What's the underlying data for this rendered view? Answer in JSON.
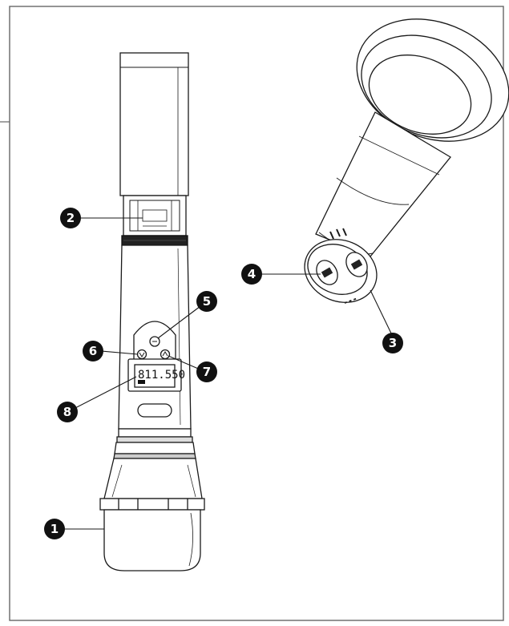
{
  "diagram": {
    "lcd_display_text": "811.550",
    "callouts": [
      "1",
      "2",
      "3",
      "4",
      "5",
      "6",
      "7",
      "8"
    ],
    "colors": {
      "stroke": "#1a1a1a",
      "fill": "#ffffff",
      "callout_bg": "#111111",
      "frame": "#666666"
    }
  }
}
